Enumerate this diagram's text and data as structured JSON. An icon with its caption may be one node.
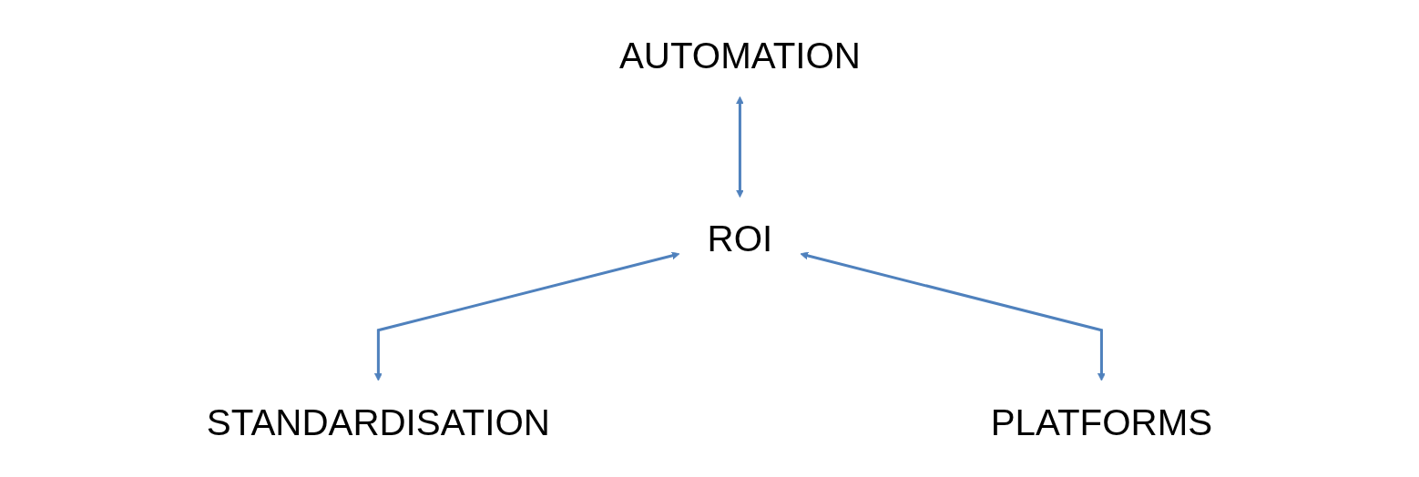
{
  "diagram": {
    "nodes": [
      {
        "text": [
          "AUTOMATION"
        ]
      },
      {
        "text": [
          "ROI"
        ]
      },
      {
        "text": [
          "STANDARDISATION"
        ]
      },
      {
        "text": [
          "PLATFORMS"
        ]
      }
    ],
    "edges": [
      {
        "from": 0,
        "to": 1,
        "arrow": "both"
      },
      {
        "from": 1,
        "to": 2,
        "arrow": "both"
      },
      {
        "from": 1,
        "to": 3,
        "arrow": "both"
      }
    ]
  }
}
